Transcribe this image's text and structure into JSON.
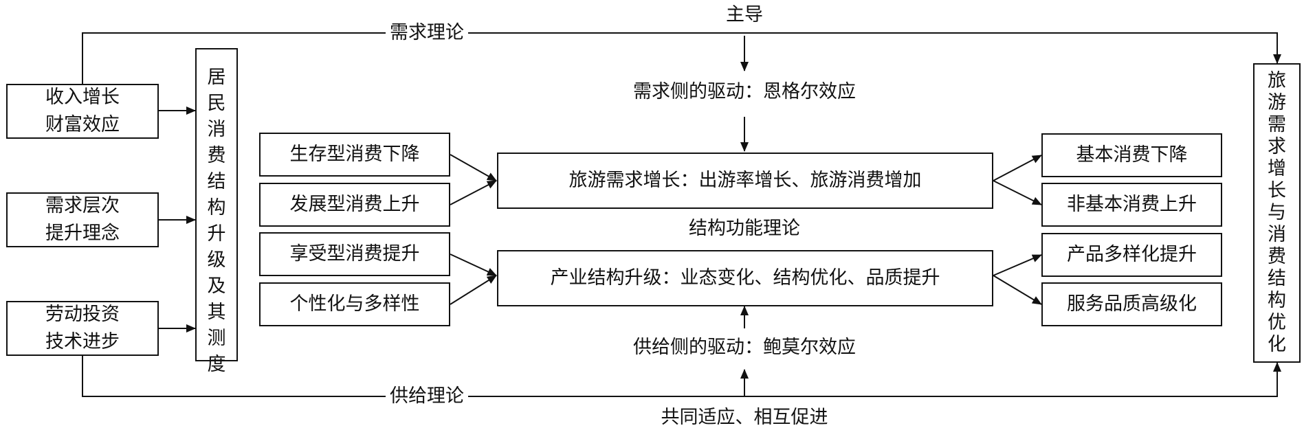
{
  "labels": {
    "top_theory": "需求理论",
    "top_lead": "主导",
    "demand_driver": "需求侧的驱动：恩格尔效应",
    "structure_theory": "结构功能理论",
    "supply_driver": "供给侧的驱动：鲍莫尔效应",
    "bottom_theory": "供给理论",
    "bottom_caption": "共同适应、相互促进"
  },
  "left_factors": [
    {
      "lines": [
        "收入增长",
        "财富效应"
      ]
    },
    {
      "lines": [
        "需求层次",
        "提升理念"
      ]
    },
    {
      "lines": [
        "劳动投资",
        "技术进步"
      ]
    }
  ],
  "resident_box": {
    "chars": [
      "居",
      "民",
      "消",
      "费",
      "结",
      "构",
      "升",
      "级",
      "及",
      "其",
      "测",
      "度"
    ]
  },
  "consumption_types": [
    {
      "label": "生存型消费下降"
    },
    {
      "label": "发展型消费上升"
    },
    {
      "label": "享受型消费提升"
    },
    {
      "label": "个性化与多样性"
    }
  ],
  "center": {
    "demand_growth": "旅游需求增长：出游率增长、旅游消费增加",
    "industry_upgrade": "产业结构升级：业态变化、结构优化、品质提升"
  },
  "outcomes": [
    {
      "label": "基本消费下降"
    },
    {
      "label": "非基本消费上升"
    },
    {
      "label": "产品多样化提升"
    },
    {
      "label": "服务品质高级化"
    }
  ],
  "final_box": {
    "chars": [
      "旅",
      "游",
      "需",
      "求",
      "增",
      "长",
      "与",
      "消",
      "费",
      "结",
      "构",
      "优",
      "化"
    ]
  }
}
